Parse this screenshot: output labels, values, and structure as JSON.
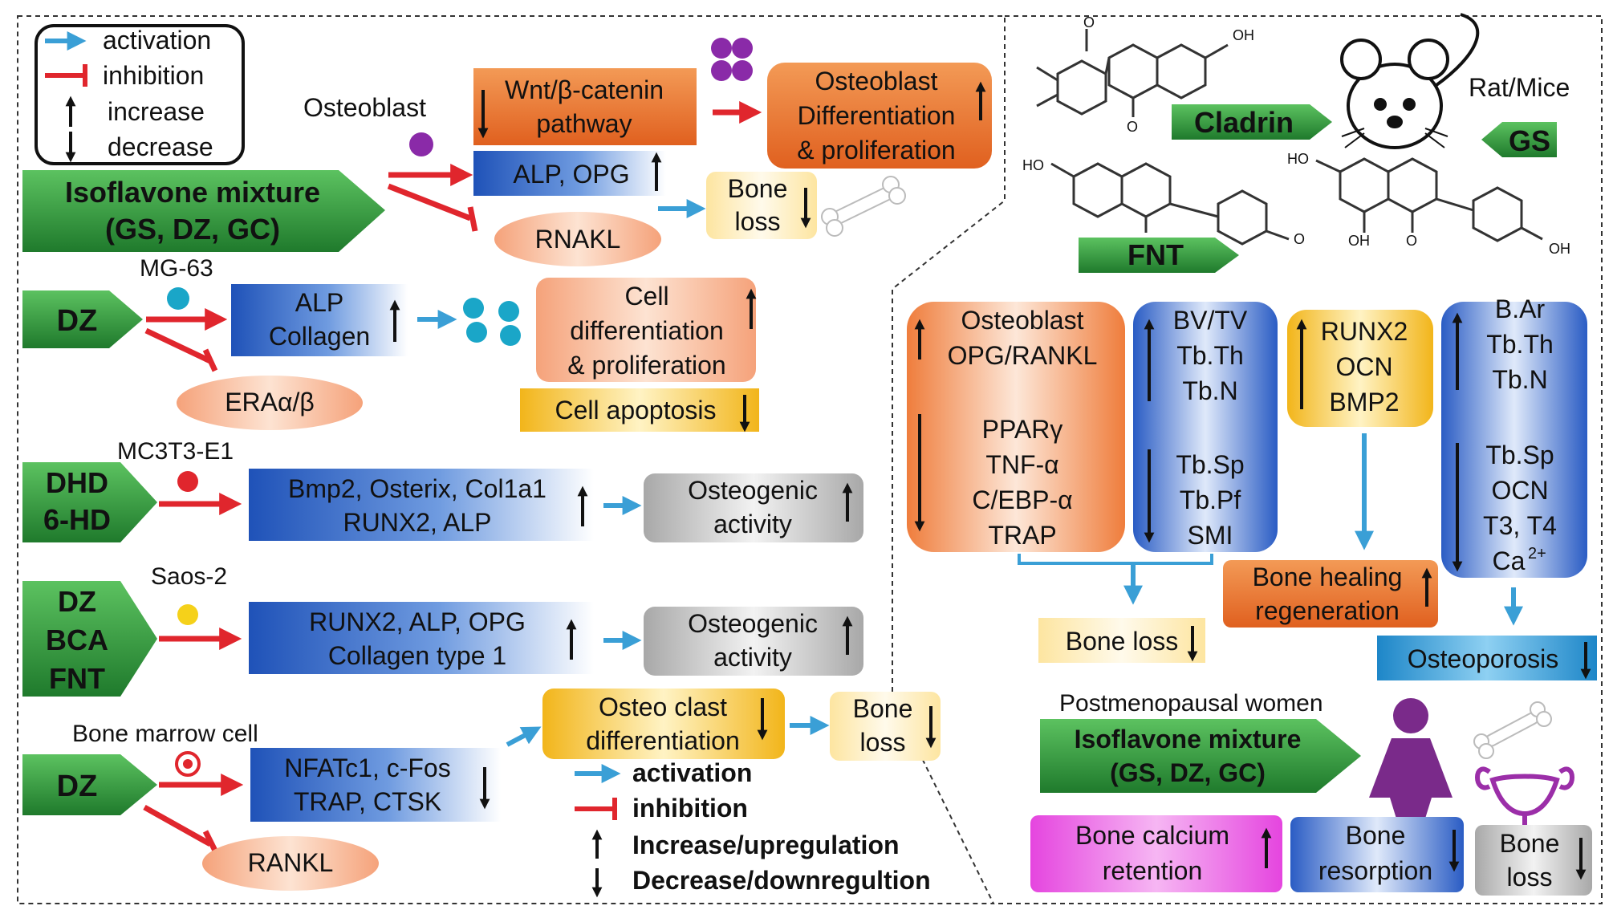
{
  "legend_top": {
    "activation": "activation",
    "inhibition": "inhibition",
    "increase": "increase",
    "decrease": "decrease"
  },
  "legend_bottom": {
    "activation": "activation",
    "inhibition": "inhibition",
    "increase": "Increase/upregulation",
    "decrease": "Decrease/downregultion"
  },
  "row1": {
    "cell": "Osteoblast",
    "agent_line1": "Isoflavone mixture",
    "agent_line2": "(GS, DZ, GC)",
    "wnt_line1": "Wnt/β-catenin",
    "wnt_line2": "pathway",
    "alp": "ALP, OPG",
    "rnakl": "RNAKL",
    "diff_line1": "Osteoblast",
    "diff_line2": "Differentiation",
    "diff_line3": "& proliferation",
    "boneloss_line1": "Bone",
    "boneloss_line2": "loss"
  },
  "row2": {
    "cell": "MG-63",
    "agent": "DZ",
    "markers_line1": "ALP",
    "markers_line2": "Collagen",
    "era": "ERAα/β",
    "outcome_line1": "Cell",
    "outcome_line2": "differentiation",
    "outcome_line3": "& proliferation",
    "apoptosis": "Cell apoptosis"
  },
  "row3": {
    "cell": "MC3T3-E1",
    "agent_line1": "DHD",
    "agent_line2": "6-HD",
    "markers_line1": "Bmp2, Osterix, Col1a1",
    "markers_line2": "RUNX2, ALP",
    "outcome_line1": "Osteogenic",
    "outcome_line2": "activity"
  },
  "row4": {
    "cell": "Saos-2",
    "agent_line1": "DZ",
    "agent_line2": "BCA",
    "agent_line3": "FNT",
    "markers_line1": "RUNX2, ALP, OPG",
    "markers_line2": "Collagen type 1",
    "outcome_line1": "Osteogenic",
    "outcome_line2": "activity"
  },
  "row5": {
    "cell": "Bone marrow cell",
    "agent": "DZ",
    "markers_line1": "NFATc1, c-Fos",
    "markers_line2": "TRAP, CTSK",
    "rankl": "RANKL",
    "osteo_line1": "Osteo clast",
    "osteo_line2": "differentiation",
    "boneloss_line1": "Bone",
    "boneloss_line2": "loss"
  },
  "right": {
    "cladrin": "Cladrin",
    "fnt": "FNT",
    "gs": "GS",
    "ratmice": "Rat/Mice",
    "chem_oh": "OH",
    "chem_ho": "HO",
    "chem_o": "O",
    "box1_up": [
      "Osteoblast",
      "OPG/RANKL"
    ],
    "box1_down": [
      "PPARγ",
      "TNF-α",
      "C/EBP-α",
      "TRAP"
    ],
    "box2_up": [
      "BV/TV",
      "Tb.Th",
      "Tb.N"
    ],
    "box2_down": [
      "Tb.Sp",
      "Tb.Pf",
      "SMI"
    ],
    "box3_up": [
      "RUNX2",
      "OCN",
      "BMP2"
    ],
    "box4_up": [
      "B.Ar",
      "Tb.Th",
      "Tb.N"
    ],
    "box4_down": [
      "Tb.Sp",
      "OCN",
      "T3, T4",
      "Ca"
    ],
    "ca_sup": "2+",
    "boneloss": "Bone loss",
    "healing_line1": "Bone healing",
    "healing_line2": "regeneration",
    "osteoporosis": "Osteoporosis",
    "women": "Postmenopausal women",
    "mix_line1": "Isoflavone mixture",
    "mix_line2": "(GS, DZ, GC)",
    "calcium_line1": "Bone calcium",
    "calcium_line2": "retention",
    "resorption_line1": "Bone",
    "resorption_line2": "resorption",
    "loss_line1": "Bone",
    "loss_line2": "loss"
  },
  "colors": {
    "activation": "#3a9fd6",
    "inhibition": "#e0262d",
    "green": "#2e9a3a",
    "blue": "#2a64c4",
    "orange": "#ee7a3a",
    "yellow": "#f5c21a",
    "grey": "#9e9e9e",
    "magenta": "#e24be0",
    "purple": "#7a2a8a"
  }
}
